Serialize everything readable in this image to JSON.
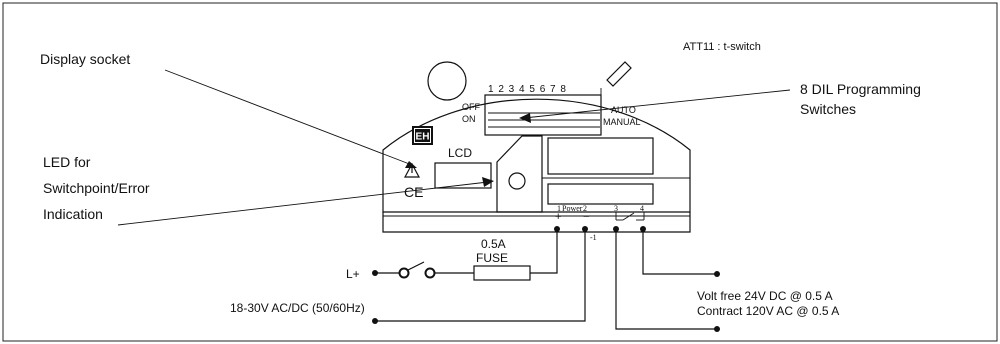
{
  "labels": {
    "display_socket": "Display socket",
    "att11": "ATT11 : t-switch",
    "dil_line1": "8 DIL Programming",
    "dil_line2": "Switches",
    "led_line1": "LED for",
    "led_line2": "Switchpoint/Error",
    "led_line3": "Indication",
    "lcd": "LCD",
    "off": "OFF",
    "on": "ON",
    "auto": "AUTO",
    "manual": "MANUAL",
    "switch_numbers": "1 2 3 4 5 6 7 8",
    "eh_logo": "EH",
    "ce_mark": "CE",
    "fuse_rating": "0.5A",
    "fuse": "FUSE",
    "l_plus": "L+",
    "supply": "18-30V AC/DC (50/60Hz)",
    "relay_line1": "Volt free 24V DC @ 0.5 A",
    "relay_line2": "Contract 120V AC @ 0.5 A",
    "terminal_1": "1",
    "terminal_power": "Power",
    "terminal_2": "2",
    "terminal_3": "3",
    "terminal_4": "4",
    "plus": "+",
    "minus": "−",
    "neg_mark": "-1"
  }
}
